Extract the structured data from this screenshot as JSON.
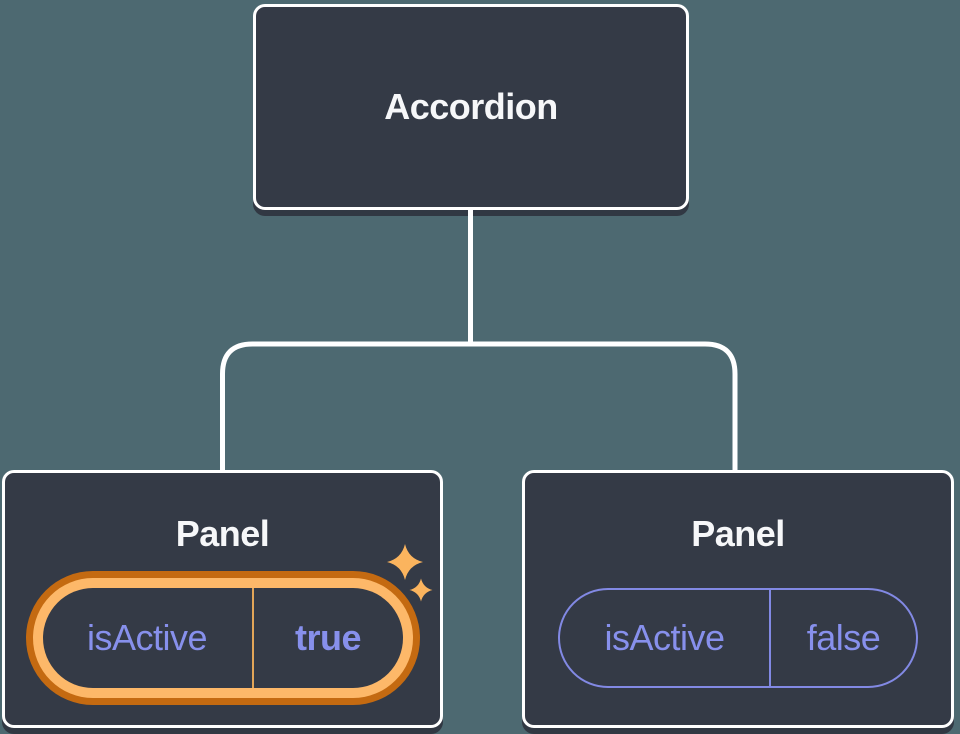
{
  "diagram": {
    "type": "component-tree",
    "tree": {
      "root": {
        "label": "Accordion"
      },
      "children": [
        {
          "label": "Panel",
          "highlighted": true,
          "state": {
            "name": "isActive",
            "value": "true"
          }
        },
        {
          "label": "Panel",
          "highlighted": false,
          "state": {
            "name": "isActive",
            "value": "false"
          }
        }
      ]
    }
  },
  "colors": {
    "background": "#4d6971",
    "node-fill": "#343a46",
    "node-border": "#ffffff",
    "node-shadow": "#313843",
    "text-light": "#f6f7f9",
    "violet": "#8790ec",
    "violet-border": "#8289e4",
    "highlight-outer": "#c46a11",
    "highlight-inner": "#fdb869",
    "divider-active": "#e2a558",
    "sparkle": "#fbb45e"
  },
  "icons": {
    "sparkle": "four-pointed-star"
  }
}
